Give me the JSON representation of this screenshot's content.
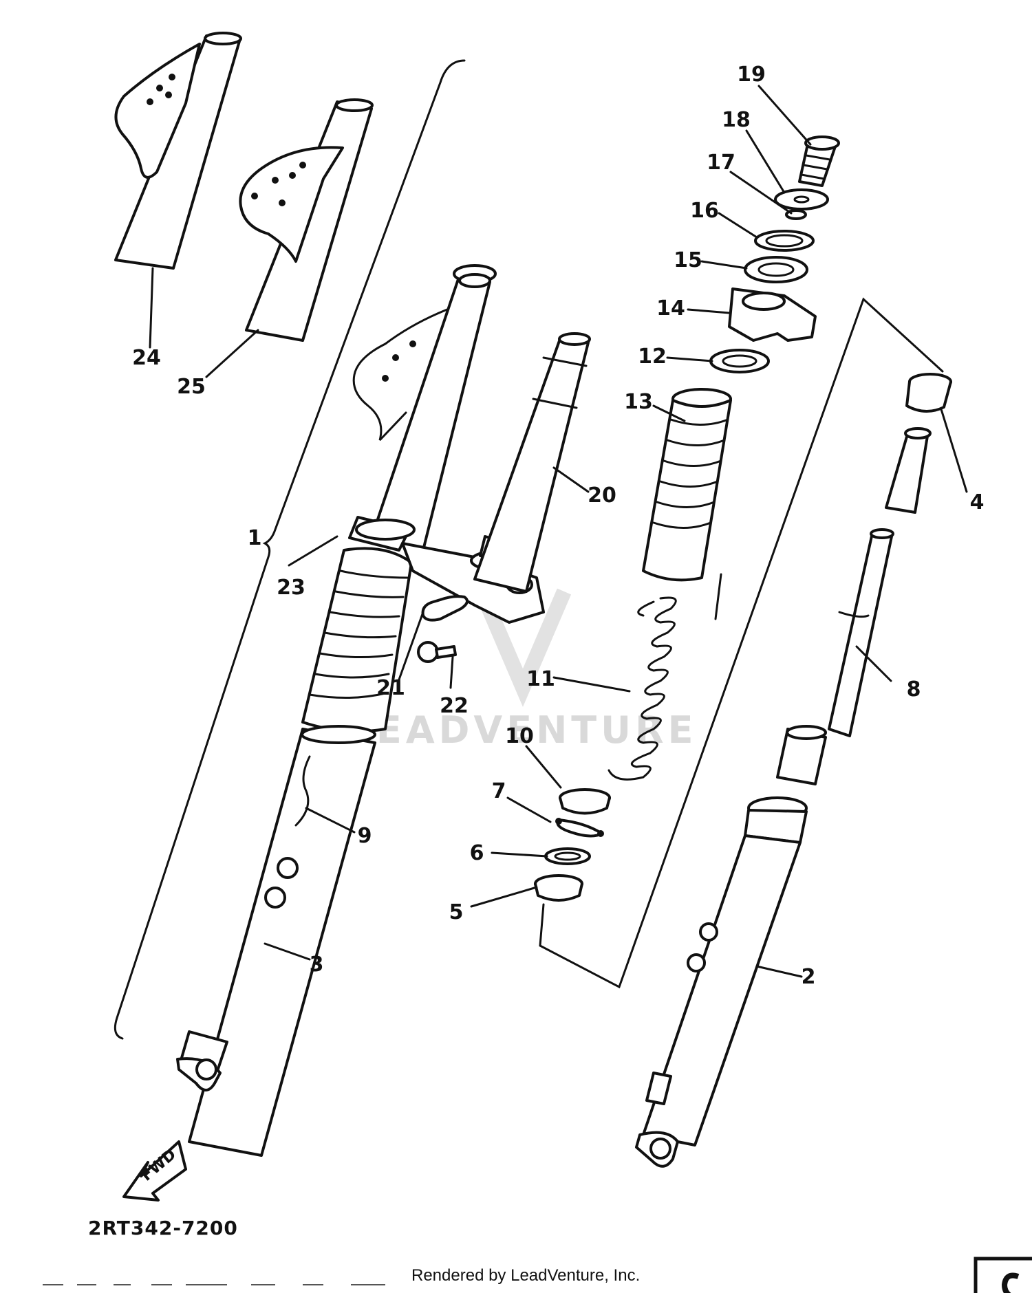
{
  "diagram": {
    "part_numbers": [
      "1",
      "2",
      "3",
      "4",
      "5",
      "6",
      "7",
      "8",
      "9",
      "10",
      "11",
      "12",
      "13",
      "14",
      "15",
      "16",
      "17",
      "18",
      "19",
      "20",
      "21",
      "22",
      "23",
      "24",
      "25"
    ],
    "diagram_code": "2RT342-7200",
    "fwd_label": "FWD",
    "watermark": "LEADVENTURE",
    "footer_credit": "Rendered by LeadVenture, Inc."
  }
}
